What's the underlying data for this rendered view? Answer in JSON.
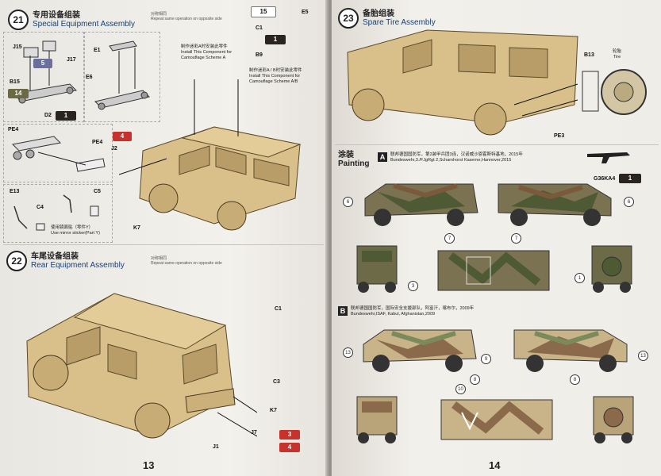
{
  "left_page": {
    "step21": {
      "number": "21",
      "title_cn": "专用设备组装",
      "title_en": "Special Equipment Assembly",
      "note_cn": "对称相同",
      "note_en": "Repeat same operation on opposite side",
      "install_a_cn": "制作迷彩A时安装此零件",
      "install_a_en": "Install This Component for Camouflage Scheme A",
      "install_ab_cn": "制作迷彩A / B时安装此零件",
      "install_ab_en": "Install This Component for Camouflage Scheme A/B",
      "mirror_cn": "使用镜面贴（零件Y）",
      "mirror_en": "Use mirror sticker(Part Y)",
      "parts": [
        "J15",
        "J17",
        "B15",
        "D2",
        "E1",
        "E6",
        "C1",
        "B9",
        "E5",
        "PE4",
        "PE4",
        "J2",
        "E13",
        "C4",
        "C5",
        "K7"
      ],
      "tags": [
        "5",
        "14",
        "1",
        "1",
        "15",
        "4"
      ]
    },
    "step22": {
      "number": "22",
      "title_cn": "车尾设备组装",
      "title_en": "Rear Equipment Assembly",
      "note_cn": "对称相同",
      "note_en": "Repeat same operation on opposite side",
      "parts": [
        "C1",
        "C3",
        "K7",
        "J7",
        "J1"
      ],
      "tags": [
        "3",
        "4"
      ]
    },
    "page_number": "13"
  },
  "right_page": {
    "step23": {
      "number": "23",
      "title_cn": "备胎组装",
      "title_en": "Spare Tire Assembly",
      "parts": [
        "B13",
        "PE3"
      ],
      "tire_label_cn": "轮胎",
      "tire_label_en": "Tire"
    },
    "painting": {
      "title_cn": "涂装",
      "title_en": "Painting",
      "weapon": "G36KA4",
      "weapon_tag": "1",
      "scheme_a": {
        "letter": "A",
        "line1": "联邦德国国防军，第2装甲兵团3连，汉诺威沙恩霍斯特基地，2015年",
        "line2": "Bundeswehr,3./FJgRgt 2,Scharnhorst Kaserne,Hannover,2015"
      },
      "scheme_b": {
        "letter": "B",
        "line1": "联邦德国国防军，国际安全支援部队，阿富汗，喀布尔，2009年",
        "line2": "Bundeswehr,ISAF, Kabul, Afghanistan,2009"
      },
      "callouts_a": [
        "6",
        "6",
        "7",
        "7",
        "3",
        "1"
      ],
      "callouts_b": [
        "13",
        "9",
        "8",
        "13",
        "8",
        "10"
      ]
    },
    "page_number": "14"
  },
  "colors": {
    "sand": "#d9c08a",
    "sand_dark": "#b89d68",
    "flecktarn_green": "#5d6b3f",
    "flecktarn_brown": "#7a5a3a",
    "red_tag": "#c6332d",
    "ink_blue": "#1b3f6b"
  }
}
